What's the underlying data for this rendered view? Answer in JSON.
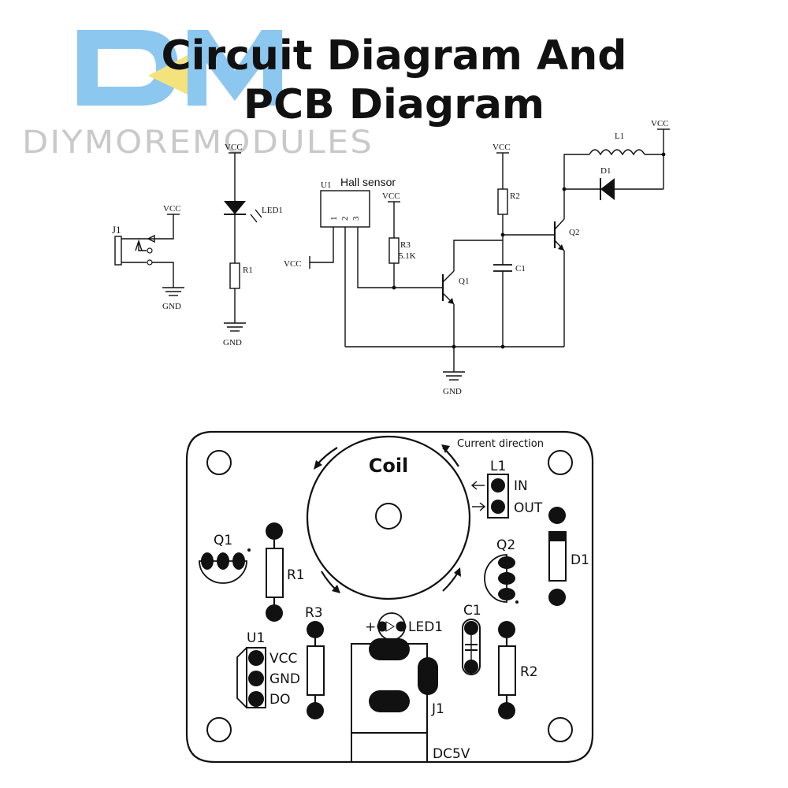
{
  "header": {
    "title_line1": "Circuit Diagram And",
    "title_line2": "PCB Diagram",
    "brand_text": "DIYMOREMODULES",
    "brand_logo_letters": "DM",
    "brand_color": "#8cc7f0",
    "logo_accent_color": "#f4e27c"
  },
  "schematic": {
    "j1_label": "J1",
    "j1_vcc": "VCC",
    "j1_gnd": "GND",
    "led_vcc": "VCC",
    "led_label": "LED1",
    "r1_label": "R1",
    "led_gnd": "GND",
    "u1_label": "U1",
    "u1_name": "Hall sensor",
    "u1_pin1": "1",
    "u1_pin2": "2",
    "u1_pin3": "3",
    "u1_vcc": "VCC",
    "r3_vcc": "VCC",
    "r3_label": "R3",
    "r3_value": "5.1K",
    "q1_label": "Q1",
    "r2_vcc": "VCC",
    "r2_label": "R2",
    "c1_label": "C1",
    "q2_label": "Q2",
    "l1_label": "L1",
    "d1_label": "D1",
    "coil_vcc": "VCC",
    "main_gnd": "GND"
  },
  "pcb": {
    "current_direction": "Current direction",
    "coil_label": "Coil",
    "l1_label": "L1",
    "l1_in": "IN",
    "l1_out": "OUT",
    "q1_label": "Q1",
    "r1_label": "R1",
    "q2_label": "Q2",
    "d1_label": "D1",
    "r3_label": "R3",
    "led1_label": "LED1",
    "led_plus": "+",
    "c1_label": "C1",
    "r2_label": "R2",
    "u1_label": "U1",
    "u1_vcc": "VCC",
    "u1_gnd": "GND",
    "u1_do": "DO",
    "j1_label": "J1",
    "dc_label": "DC5V"
  }
}
